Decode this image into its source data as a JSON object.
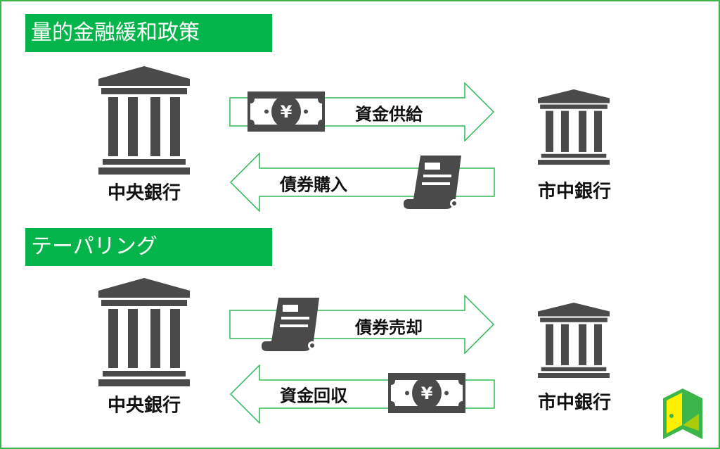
{
  "sections": [
    {
      "title": "量的金融緩和政策",
      "left_label": "中央銀行",
      "right_label": "市中銀行",
      "arrow_right": {
        "label": "資金供給",
        "icon": "yen-banknote-icon"
      },
      "arrow_left": {
        "label": "債券購入",
        "icon": "bond-scroll-icon"
      }
    },
    {
      "title": "テーパリング",
      "left_label": "中央銀行",
      "right_label": "市中銀行",
      "arrow_right": {
        "label": "債券売却",
        "icon": "bond-scroll-icon"
      },
      "arrow_left": {
        "label": "資金回収",
        "icon": "yen-banknote-icon"
      }
    }
  ],
  "money_symbol": "¥",
  "colors": {
    "accent": "#05b54b",
    "border": "#3cb54a",
    "icon": "#4a4a4a",
    "logo_yellow": "#fff000",
    "logo_green": "#3cb54a"
  }
}
